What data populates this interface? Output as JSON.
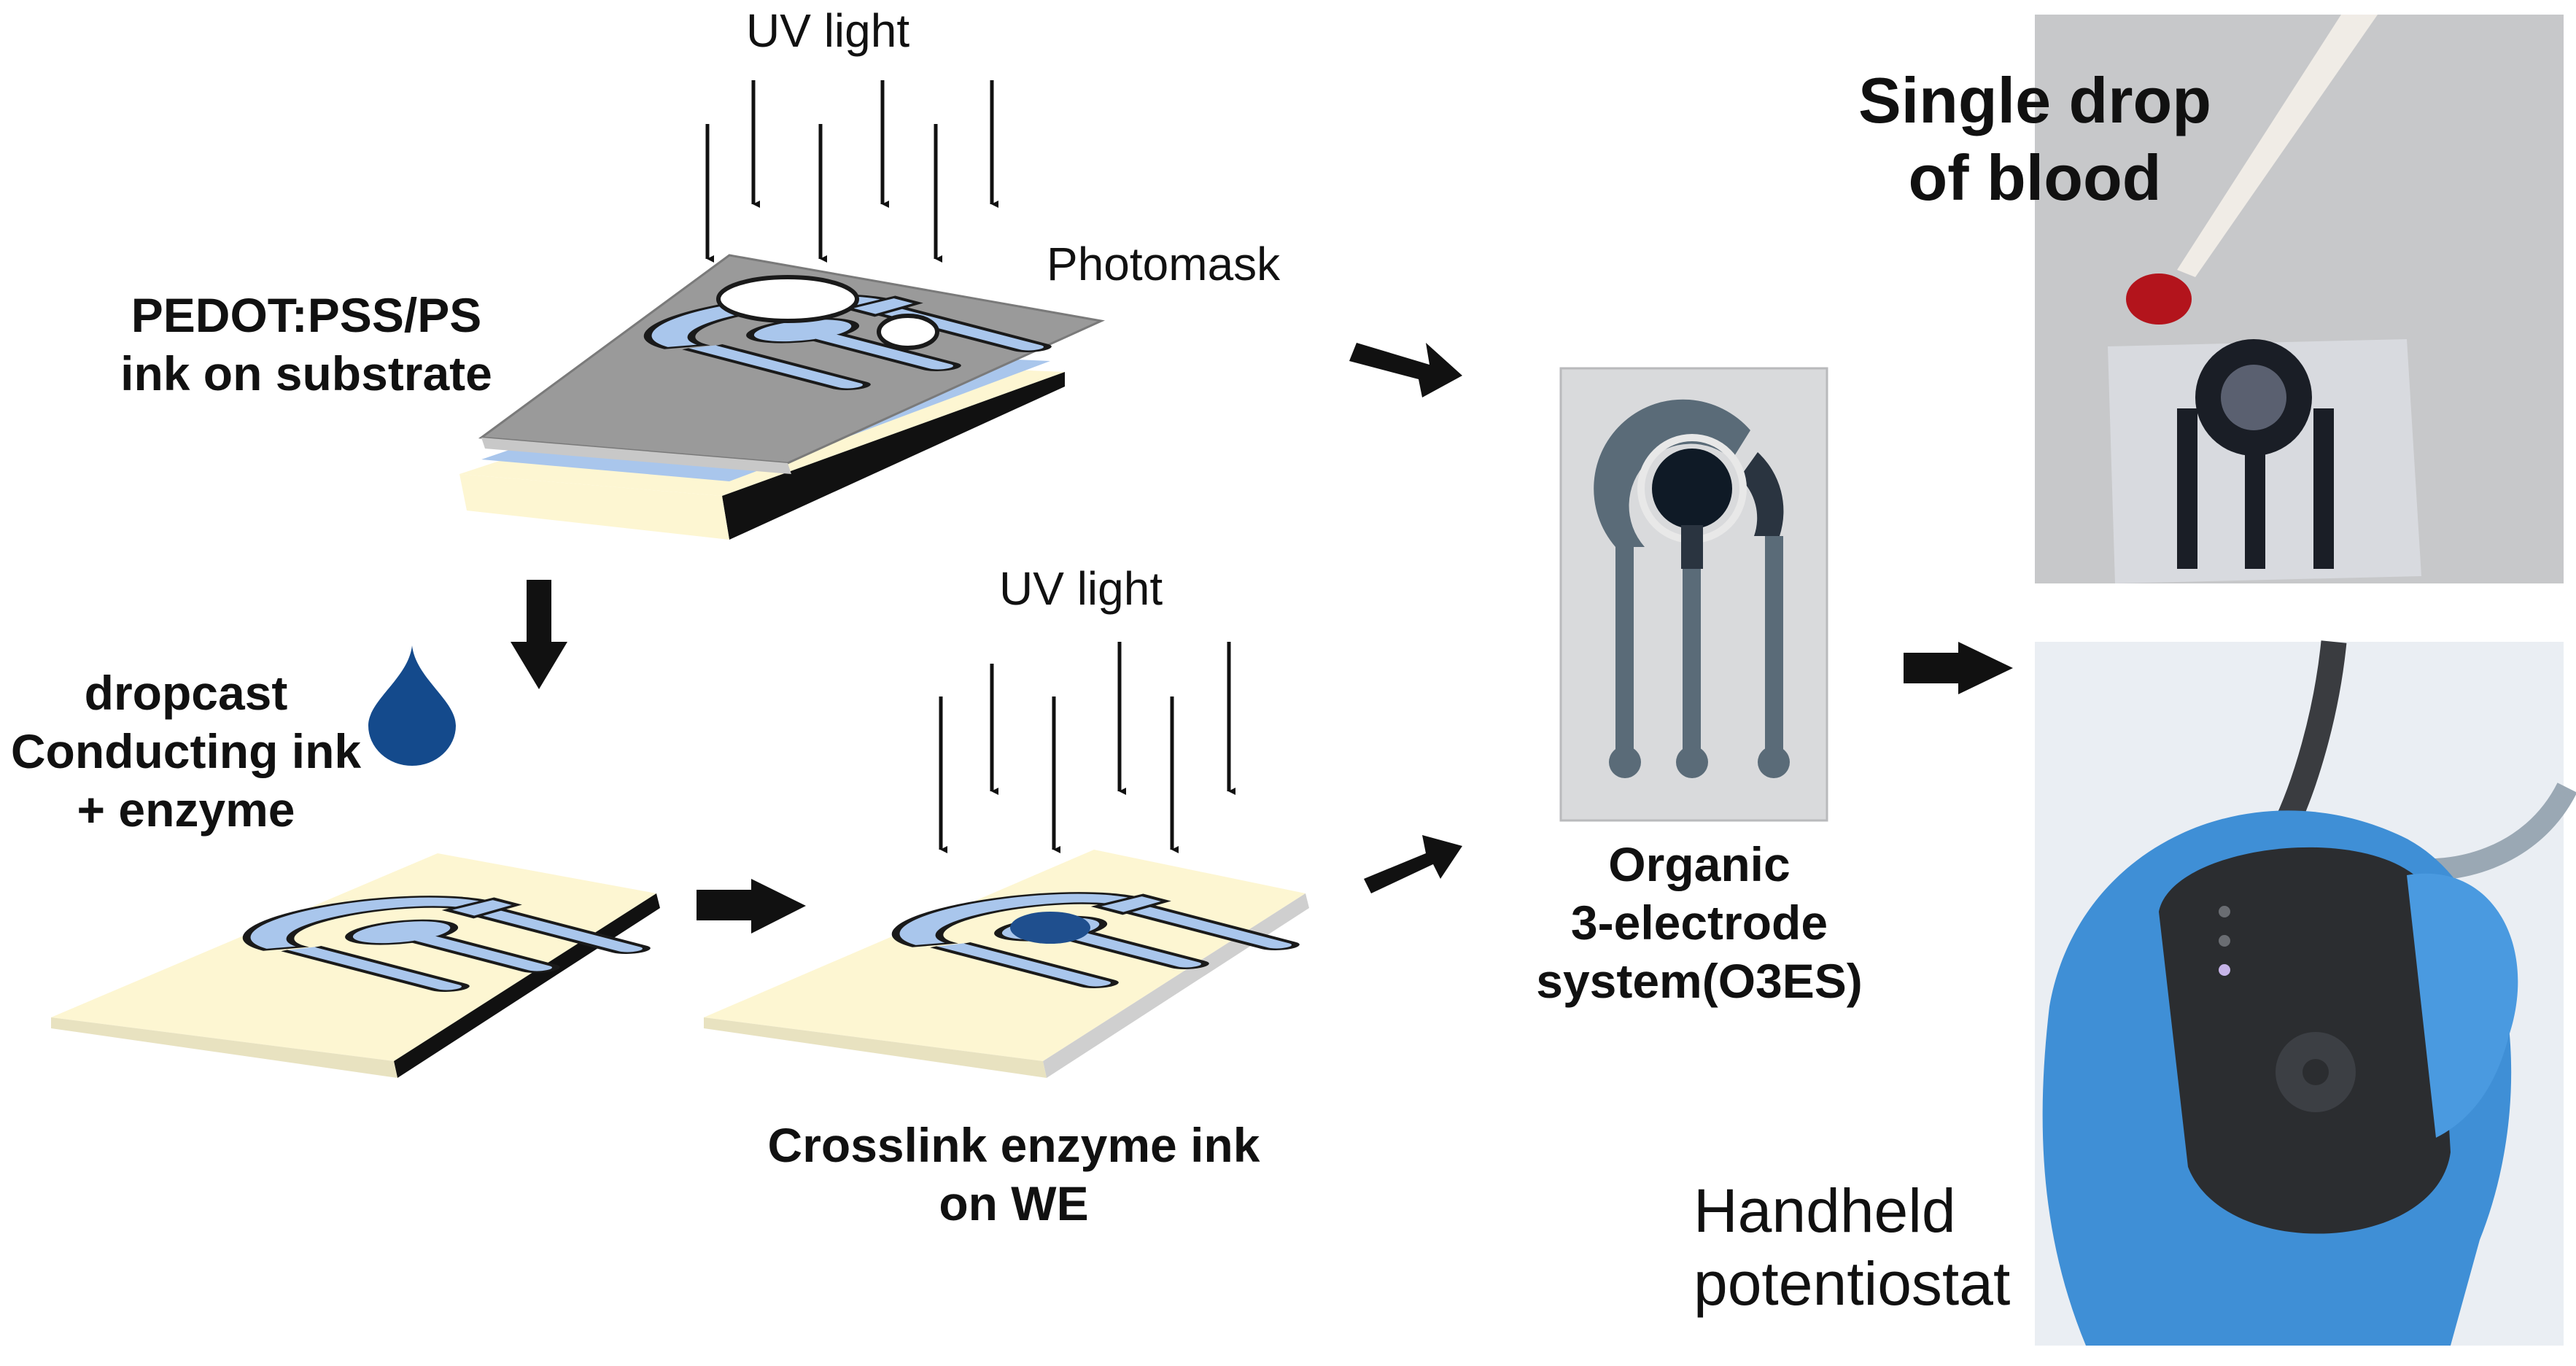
{
  "labels": {
    "uv_light_top": "UV light",
    "photomask": "Photomask",
    "pedot_line1": "PEDOT:PSS/PS",
    "pedot_line2": "ink on substrate",
    "dropcast_line1": "dropcast",
    "dropcast_line2": "Conducting ink",
    "dropcast_line3": "+ enzyme",
    "uv_light_bottom": "UV light",
    "crosslink_line1": "Crosslink enzyme ink",
    "crosslink_line2": "on WE",
    "o3es_line1": "Organic",
    "o3es_line2": "3-electrode",
    "o3es_line3": "system(O3ES)",
    "blood_line1": "Single drop",
    "blood_line2": "of blood",
    "handheld_line1": "Handheld",
    "handheld_line2": "potentiostat"
  },
  "colors": {
    "substrate": "#fdf6d2",
    "photomask": "#9a9a9a",
    "electrode_fill": "#a9c6ec",
    "electrode_outline": "#1a1a1a",
    "enzyme_ink": "#1f4f8e",
    "drop": "#144a8c",
    "glove": "#3f8fd6",
    "device": "#2b2d30"
  },
  "icons": [
    "down-arrow-icon",
    "right-arrow-icon",
    "ink-drop-icon"
  ]
}
